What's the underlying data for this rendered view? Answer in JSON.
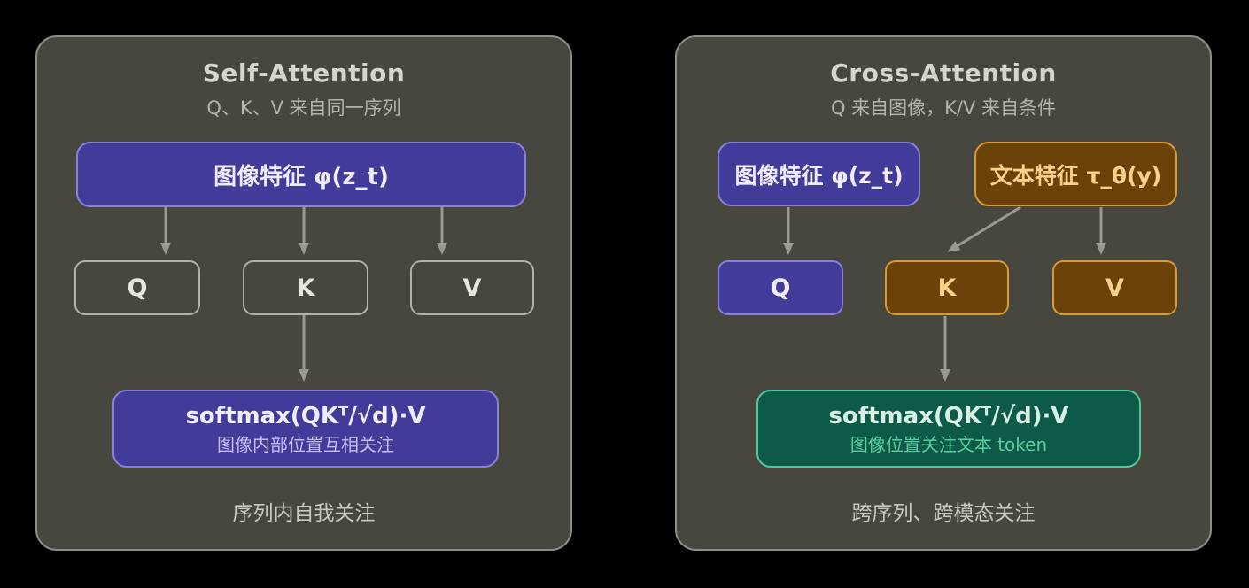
{
  "colors": {
    "page_bg": "#000000",
    "panel_bg": "#47463f",
    "panel_border": "#8e8d85",
    "purple_fill": "#423b99",
    "purple_border": "#8981d8",
    "brown_fill": "#6b4208",
    "brown_border": "#d89a33",
    "brown_text": "#f7d08a",
    "green_fill": "#0d5a49",
    "green_border": "#52c79e",
    "green_text": "#5acd9e",
    "neutral_box_border": "#b2b0a9",
    "arrow": "#9a9992"
  },
  "self_attention": {
    "title": "Self-Attention",
    "subtitle": "Q、K、V 来自同一序列",
    "source_label": "图像特征 φ(z_t)",
    "q_label": "Q",
    "k_label": "K",
    "v_label": "V",
    "formula": "softmax(QKᵀ/√d)·V",
    "formula_note": "图像内部位置互相关注",
    "caption": "序列内自我关注"
  },
  "cross_attention": {
    "title": "Cross-Attention",
    "subtitle": "Q 来自图像，K/V 来自条件",
    "image_label": "图像特征 φ(z_t)",
    "text_label": "文本特征 τ_θ(y)",
    "q_label": "Q",
    "k_label": "K",
    "v_label": "V",
    "formula": "softmax(QKᵀ/√d)·V",
    "formula_note": "图像位置关注文本 token",
    "caption": "跨序列、跨模态关注"
  }
}
